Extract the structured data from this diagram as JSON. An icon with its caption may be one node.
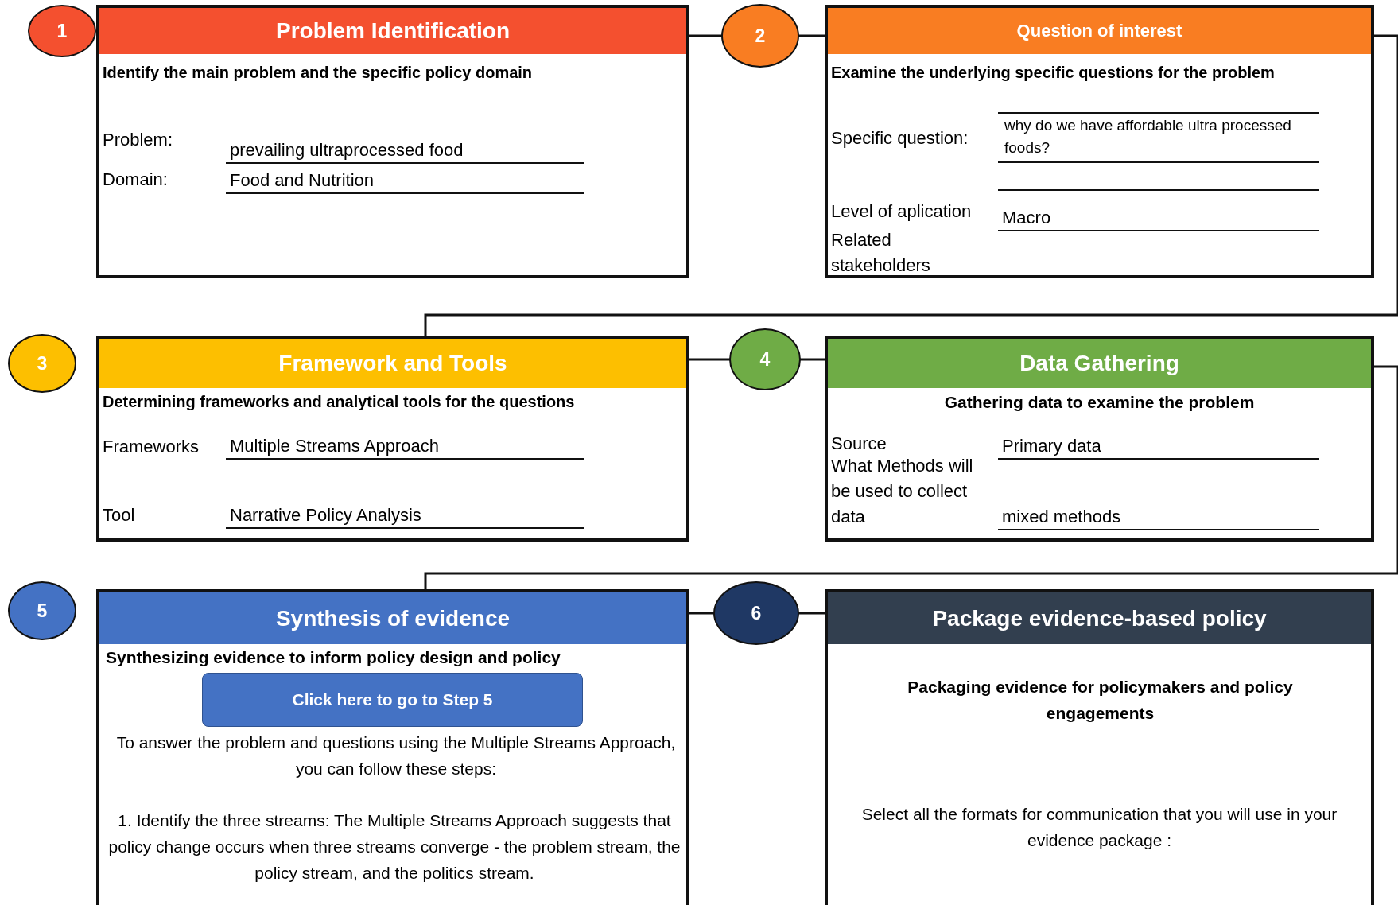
{
  "diagram": {
    "nodes": [
      {
        "text": [
          "1"
        ]
      },
      {
        "text": [
          "Problem Identification",
          "Identify the main problem and the specific policy domain",
          "Problem:",
          "prevailing ultraprocessed food",
          "Domain:",
          "Food and Nutrition"
        ]
      },
      {
        "text": [
          "2"
        ]
      },
      {
        "text": [
          "Question of interest",
          "Examine the underlying specific questions for the problem",
          "Specific question:",
          "why do we have affordable ultra processed foods?",
          "Level of aplication",
          "Macro",
          "Related stakeholders"
        ]
      },
      {
        "text": [
          "3"
        ]
      },
      {
        "text": [
          "Framework and Tools",
          "Determining frameworks and analytical tools for the questions",
          "Frameworks",
          "Multiple Streams Approach",
          "Tool",
          "Narrative Policy Analysis"
        ]
      },
      {
        "text": [
          "4"
        ]
      },
      {
        "text": [
          "Data Gathering",
          "Gathering data to examine the problem",
          "Source",
          "Primary data",
          "What Methods will be used to collect data",
          "mixed methods"
        ]
      },
      {
        "text": [
          "5"
        ]
      },
      {
        "text": [
          "Synthesis of evidence",
          "Synthesizing evidence to inform policy design and policy",
          "To answer the problem and questions using the Multiple Streams Approach, you can follow these steps:",
          "1. Identify the three streams: The Multiple Streams Approach suggests that policy change occurs when three streams converge - the problem stream, the policy stream, and the politics stream."
        ]
      },
      {
        "text": [
          "Click here to go to Step 5"
        ],
        "in": 9
      },
      {
        "text": [
          "6"
        ]
      },
      {
        "text": [
          "Package evidence-based policy",
          "Packaging evidence for policymakers and policy engagements",
          "Select all the formats for communication that you will use in your evidence package :"
        ]
      }
    ],
    "edges": [
      {
        "from": 1,
        "to": 2,
        "arrow": "none"
      },
      {
        "from": 2,
        "to": 3,
        "arrow": "none"
      },
      {
        "from": 3,
        "to": 5,
        "arrow": "none"
      },
      {
        "from": 5,
        "to": 6,
        "arrow": "none"
      },
      {
        "from": 6,
        "to": 7,
        "arrow": "none"
      },
      {
        "from": 7,
        "to": 9,
        "arrow": "none"
      },
      {
        "from": 9,
        "to": 11,
        "arrow": "none"
      },
      {
        "from": 11,
        "to": 12,
        "arrow": "none"
      }
    ]
  }
}
